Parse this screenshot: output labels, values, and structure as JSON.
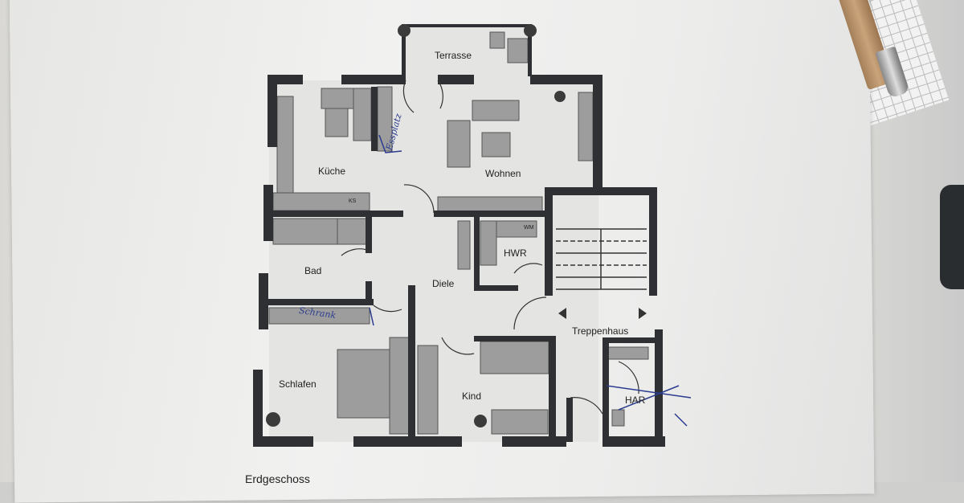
{
  "plan": {
    "caption": "Erdgeschoss",
    "rooms": {
      "terrasse": "Terrasse",
      "kueche": "Küche",
      "wohnen": "Wohnen",
      "bad": "Bad",
      "diele": "Diele",
      "hwr": "HWR",
      "treppenhaus": "Treppenhaus",
      "schlafen": "Schlafen",
      "kind": "Kind",
      "har": "HAR"
    },
    "appliances": {
      "wm": "WM",
      "ks": "KS"
    },
    "handwritten": {
      "essplatz": "Essplatz",
      "schrank": "Schrank"
    }
  }
}
